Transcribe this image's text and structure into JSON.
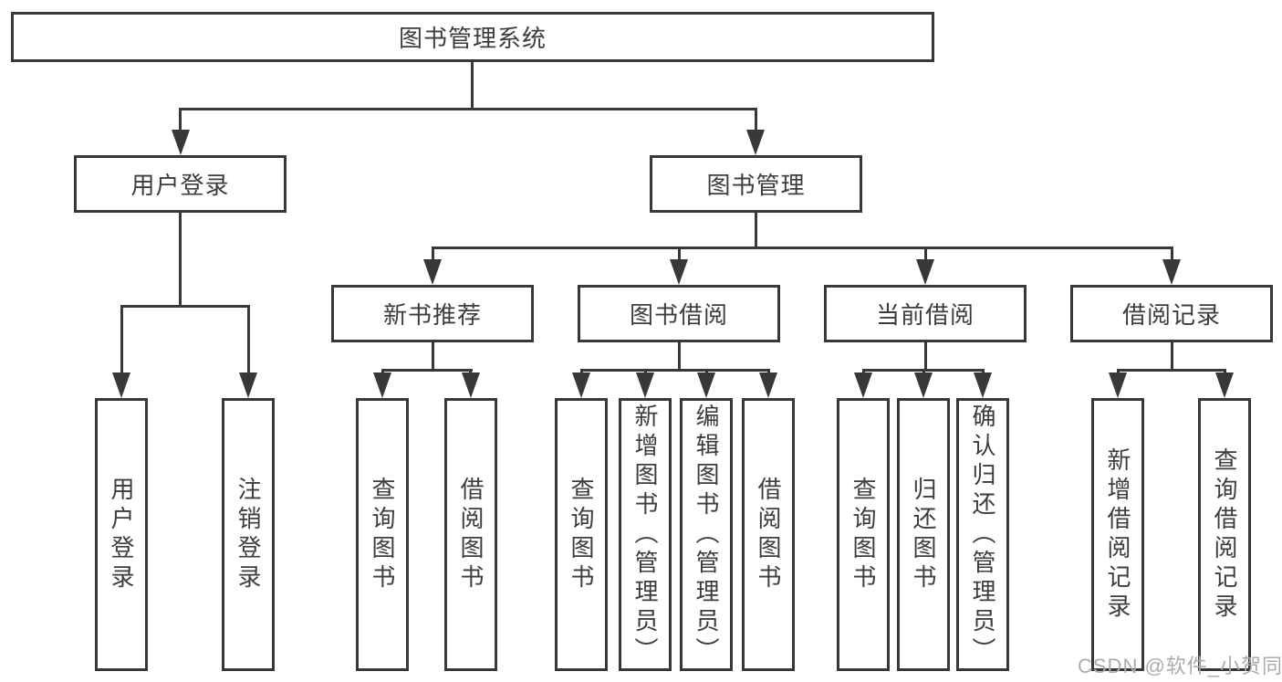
{
  "diagram_type": "hierarchy-tree",
  "tree": {
    "label": "图书管理系统",
    "children": [
      {
        "label": "用户登录",
        "children": [
          {
            "label": "用户登录"
          },
          {
            "label": "注销登录"
          }
        ]
      },
      {
        "label": "图书管理",
        "children": [
          {
            "label": "新书推荐",
            "children": [
              {
                "label": "查询图书"
              },
              {
                "label": "借阅图书"
              }
            ]
          },
          {
            "label": "图书借阅",
            "children": [
              {
                "label": "查询图书"
              },
              {
                "label": "新增图书（管理员）"
              },
              {
                "label": "编辑图书（管理员）"
              },
              {
                "label": "借阅图书"
              }
            ]
          },
          {
            "label": "当前借阅",
            "children": [
              {
                "label": "查询图书"
              },
              {
                "label": "归还图书"
              },
              {
                "label": "确认归还（管理员）"
              }
            ]
          },
          {
            "label": "借阅记录",
            "children": [
              {
                "label": "新增借阅记录"
              },
              {
                "label": "查询借阅记录"
              }
            ]
          }
        ]
      }
    ]
  },
  "watermark": {
    "text": "CSDN @软件_小贺同学"
  },
  "colors": {
    "line": "#383838",
    "box_border": "#383838",
    "text": "#3d3d3d",
    "watermark": "#ababab",
    "background": "#ffffff"
  }
}
